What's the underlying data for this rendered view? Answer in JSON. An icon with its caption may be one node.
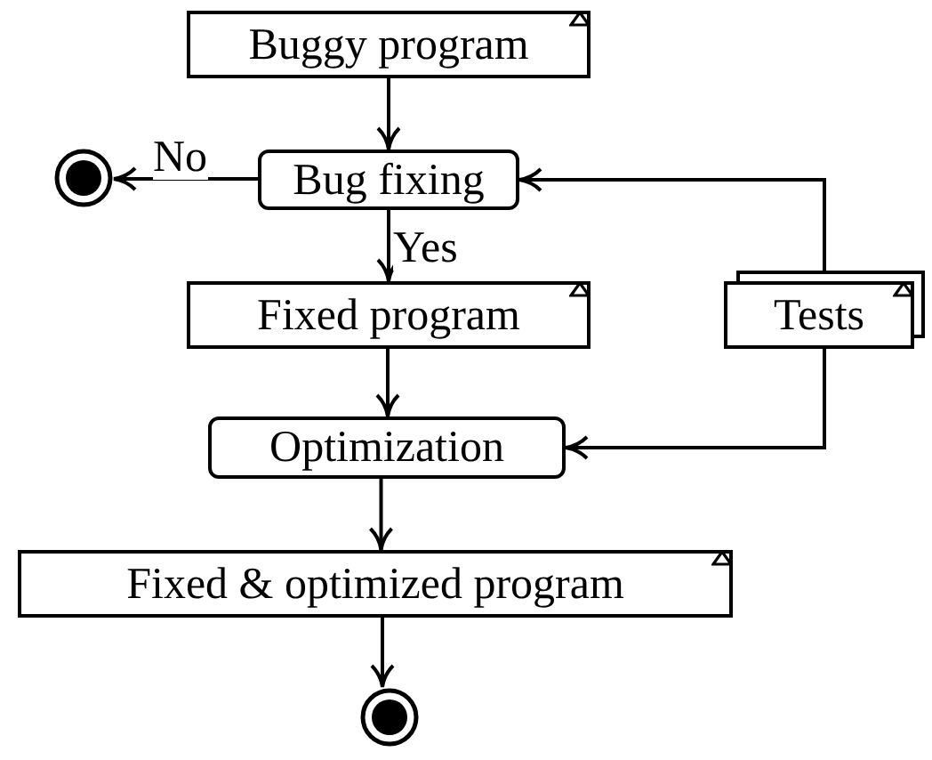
{
  "diagram": {
    "nodes": [
      {
        "text": [
          "Buggy program"
        ]
      },
      {
        "text": [],
        "shape": "circle"
      },
      {
        "text": [
          "Bug fixing"
        ]
      },
      {
        "text": [
          "Fixed program"
        ]
      },
      {
        "text": [
          "Tests"
        ]
      },
      {
        "text": [
          "Optimization"
        ]
      },
      {
        "text": [
          "Fixed & optimized program"
        ]
      },
      {
        "text": [],
        "shape": "circle"
      }
    ],
    "edges": [
      {
        "from": 0,
        "to": 2,
        "arrow": "to"
      },
      {
        "from": 2,
        "to": 1,
        "arrow": "to",
        "label": "No"
      },
      {
        "from": 2,
        "to": 3,
        "arrow": "to",
        "label": "Yes"
      },
      {
        "from": 3,
        "to": 5,
        "arrow": "to"
      },
      {
        "from": 4,
        "to": 2,
        "arrow": "to"
      },
      {
        "from": 4,
        "to": 5,
        "arrow": "to"
      },
      {
        "from": 5,
        "to": 6,
        "arrow": "to"
      },
      {
        "from": 6,
        "to": 7,
        "arrow": "to"
      }
    ]
  }
}
